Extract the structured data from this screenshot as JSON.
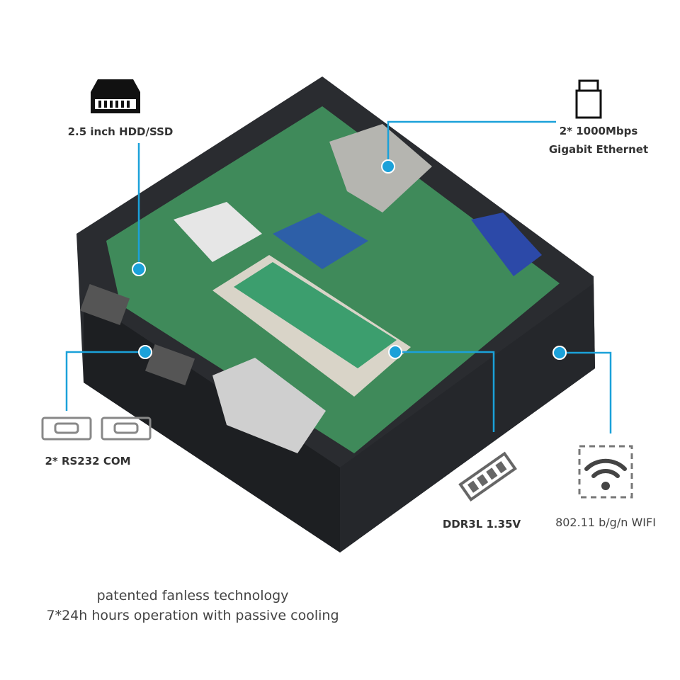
{
  "accent_color": "#1ba1d9",
  "callouts": {
    "hdd": {
      "label": "2.5 inch HDD/SSD",
      "icon": "hard-drive-icon"
    },
    "ethernet": {
      "line1": "2* 1000Mbps",
      "line2": "Gigabit Ethernet",
      "icon": "usb-ethernet-port-icon"
    },
    "com": {
      "label": "2* RS232 COM",
      "icon": "serial-port-icon"
    },
    "ram": {
      "label": "DDR3L 1.35V",
      "icon": "memory-module-icon"
    },
    "wifi": {
      "label": "802.11 b/g/n WIFI",
      "icon": "wifi-icon"
    }
  },
  "tagline": {
    "line1": "patented fanless technology",
    "line2": "7*24h hours operation with passive cooling"
  }
}
